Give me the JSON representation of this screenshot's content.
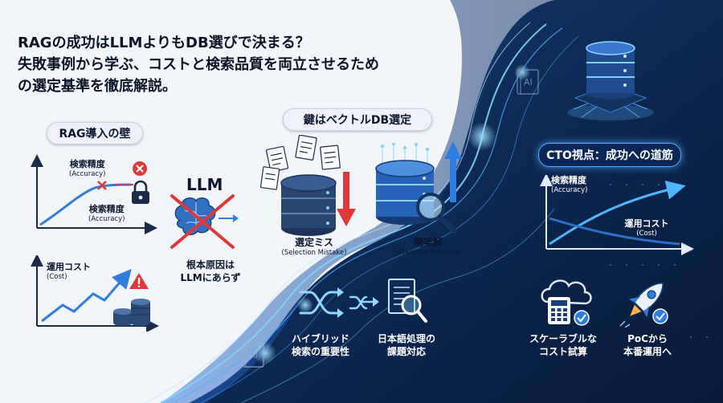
{
  "title": {
    "line1": "RAGの成功はLLMよりもDB選びで決まる？",
    "line2": "失敗事例から学ぶ、コストと検索品質を両立させるため",
    "line3": "の選定基準を徹底解説。"
  },
  "left_panel": {
    "pill": "RAG導入の壁",
    "accuracy_top_label": "検索精度",
    "accuracy_top_sub": "(Accuracy)",
    "accuracy_mid_label": "検索精度",
    "accuracy_mid_sub": "(Accuracy)",
    "cost_label": "運用コスト",
    "cost_sub": "(Cost)",
    "llm_label": "LLM",
    "root_cause_line1": "根本原因は",
    "root_cause_line2": "LLMにあらず"
  },
  "center_panel": {
    "pill": "鍵はベクトルDB選定",
    "mistake_label": "選定ミス",
    "mistake_sub": "(Selection Mistake)",
    "solution_label": "現実解",
    "solution_sub": "(Practical Solution)",
    "hybrid_line1": "ハイブリッド",
    "hybrid_line2": "検索の重要性",
    "japanese_line1": "日本語処理の",
    "japanese_line2": "課題対応"
  },
  "right_panel": {
    "pill": "CTO視点：成功への道筋",
    "accuracy_label": "検索精度",
    "accuracy_sub": "(Accuracy)",
    "cost_label": "運用コスト",
    "cost_sub": "(Cost)",
    "scalable_line1": "スケーラブルな",
    "scalable_line2": "コスト試算",
    "poc_line1": "PoCから",
    "poc_line2": "本番運用へ"
  },
  "book_icons": {
    "top_text": "AI",
    "bottom_text": "AI"
  },
  "colors": {
    "navy": "#0b1a33",
    "accent_blue": "#2f7de1",
    "cyan_glow": "#5cc8ff",
    "alert_red": "#e0373b",
    "light_bg": "#f4f7fb"
  }
}
